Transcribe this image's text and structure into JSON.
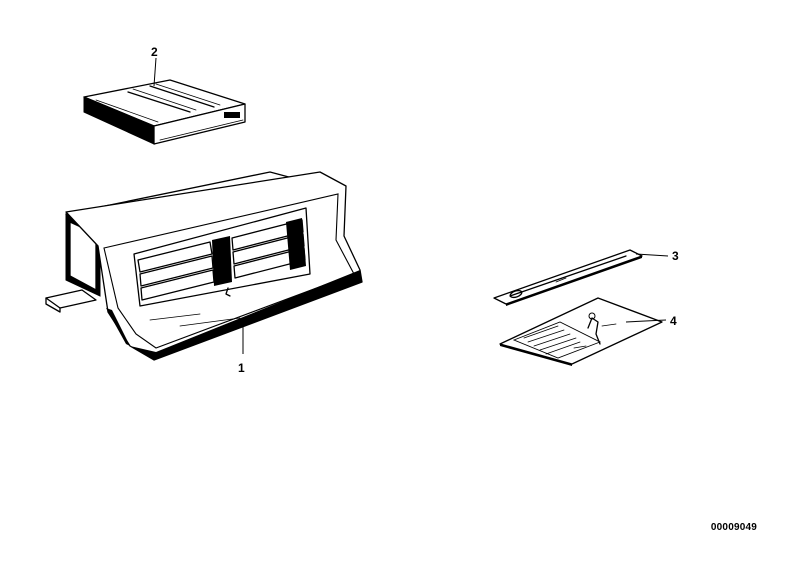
{
  "callouts": {
    "part_1": "1",
    "part_2": "2",
    "part_3": "3",
    "part_4": "4"
  },
  "diagram_id": "00009049"
}
